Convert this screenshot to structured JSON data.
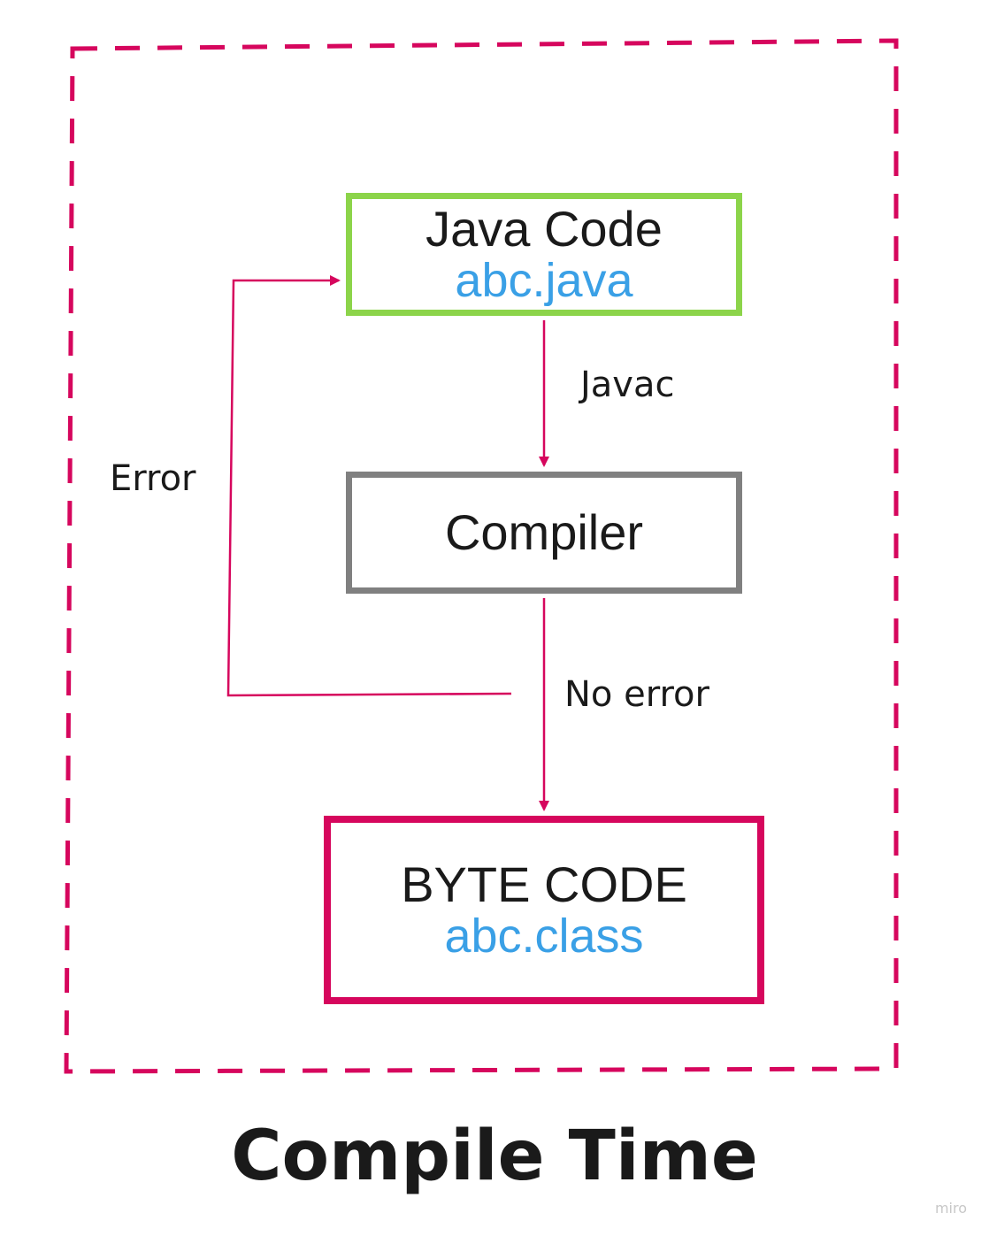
{
  "diagram": {
    "nodes": {
      "java_code": {
        "title": "Java Code",
        "file": "abc.java"
      },
      "compiler": {
        "title": "Compiler"
      },
      "byte_code": {
        "title": "BYTE CODE",
        "file": "abc.class"
      }
    },
    "edges": {
      "javac": "Javac",
      "error": "Error",
      "no_error": "No error"
    },
    "caption": "Compile Time",
    "watermark": "miro"
  },
  "colors": {
    "boundary": "#d6065d",
    "java_border": "#8cd44a",
    "compiler_border": "#808080",
    "bytecode_border": "#d6065d",
    "arrow": "#d6065d",
    "file_text": "#3aa0e6",
    "text": "#1a1a1a"
  }
}
